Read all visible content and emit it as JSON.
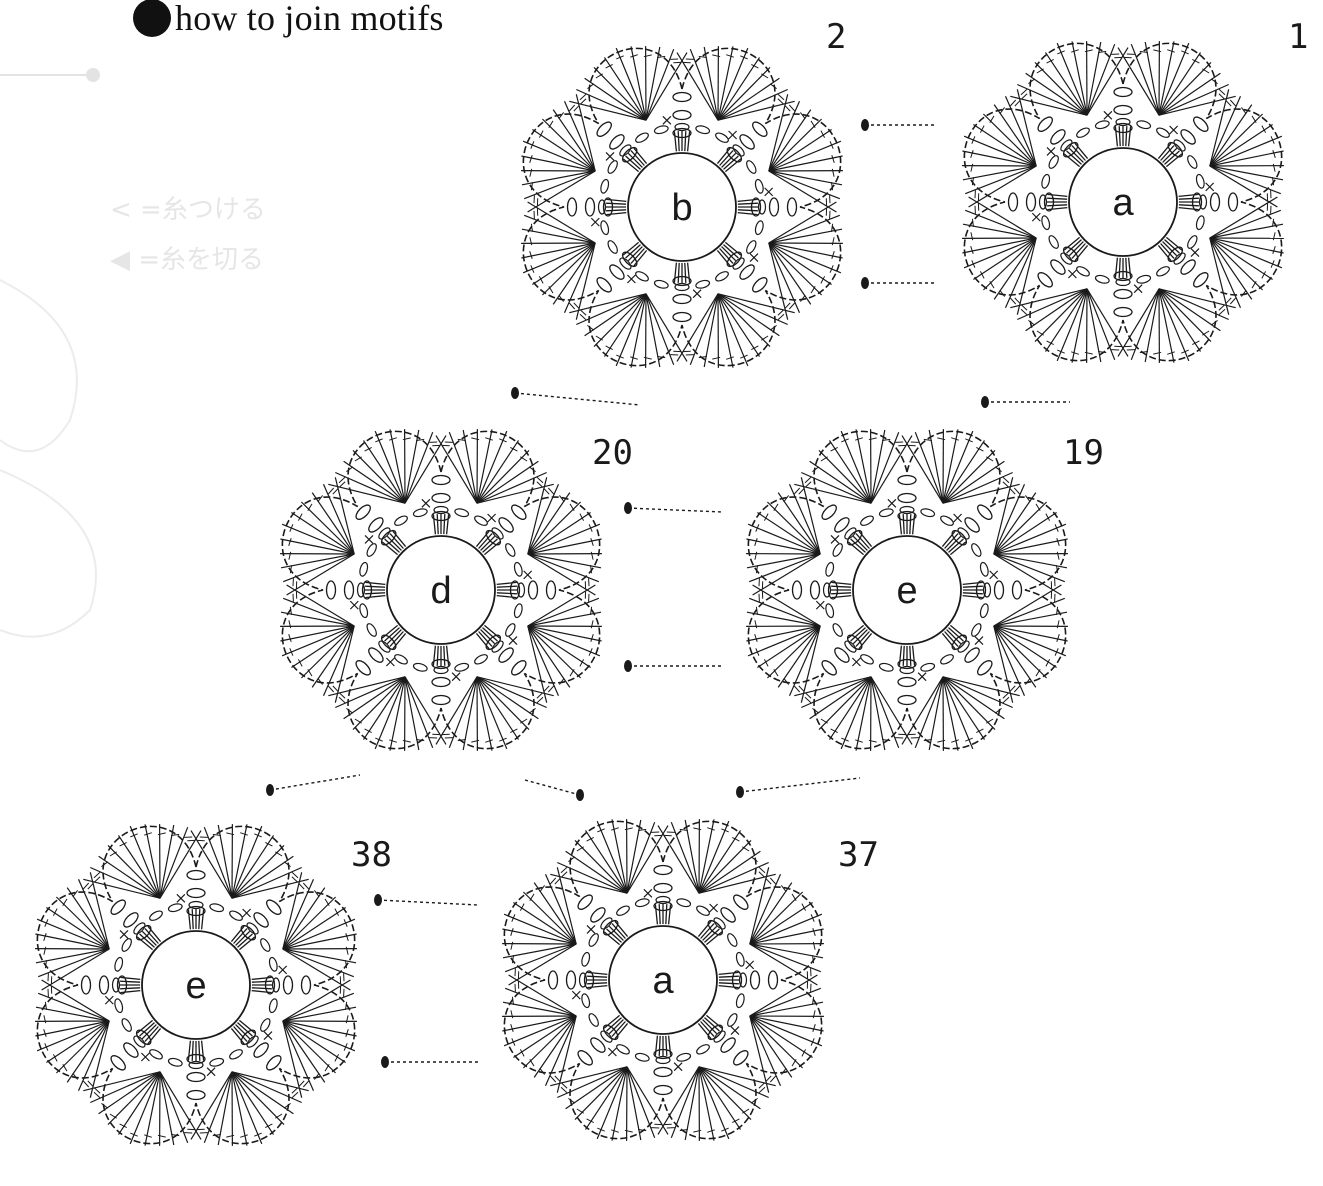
{
  "title": "how to join motifs",
  "faint_legend": [
    "<  =糸つける",
    "◀  =糸を切る"
  ],
  "motifs": [
    {
      "number": "1",
      "letter": "a"
    },
    {
      "number": "2",
      "letter": "b"
    },
    {
      "number": "19",
      "letter": "e"
    },
    {
      "number": "20",
      "letter": "d"
    },
    {
      "number": "37",
      "letter": "a"
    },
    {
      "number": "38",
      "letter": "e"
    }
  ],
  "colors": {
    "ink": "#1a1a1a",
    "ghost": "#d9d9d9"
  }
}
